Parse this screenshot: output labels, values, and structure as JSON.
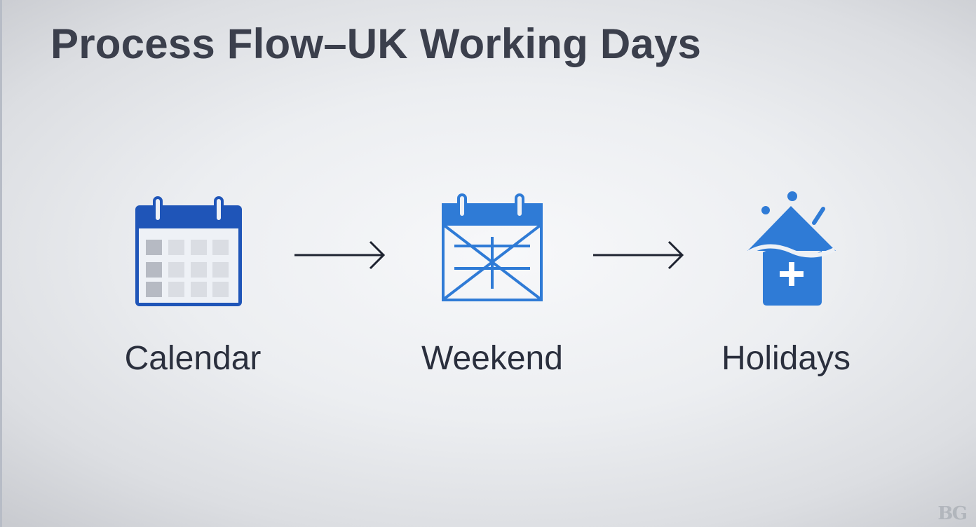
{
  "title": "Process Flow–UK Working Days",
  "steps": [
    {
      "label": "Calendar",
      "icon": "calendar-icon"
    },
    {
      "label": "Weekend",
      "icon": "calendar-crossed-icon"
    },
    {
      "label": "Holidays",
      "icon": "house-plus-icon"
    }
  ],
  "connectors": [
    "right-arrow-icon",
    "right-arrow-icon"
  ],
  "watermark": "BG",
  "colors": {
    "title": "#3b3f4c",
    "label": "#2a2f3d",
    "icon_dark_blue": "#1f55b8",
    "icon_blue": "#2f7bd6",
    "arrow": "#1e2330"
  }
}
